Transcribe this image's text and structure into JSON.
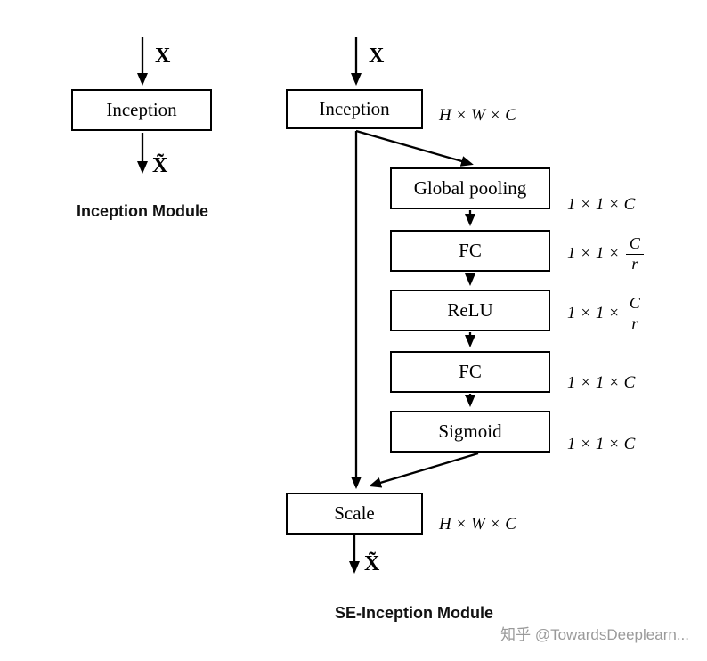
{
  "left": {
    "input_label": "X",
    "box_label": "Inception",
    "output_label": "X̃",
    "caption": "Inception Module"
  },
  "right": {
    "input_label": "X",
    "inception_label": "Inception",
    "inception_dim": "H × W × C",
    "gp_label": "Global pooling",
    "gp_dim": "1 × 1 × C",
    "fc1_label": "FC",
    "fc1_dim_prefix": "1 × 1 ×",
    "fc1_dim_num": "C",
    "fc1_dim_den": "r",
    "relu_label": "ReLU",
    "relu_dim_prefix": "1 × 1 ×",
    "relu_dim_num": "C",
    "relu_dim_den": "r",
    "fc2_label": "FC",
    "fc2_dim": "1 × 1 × C",
    "sigmoid_label": "Sigmoid",
    "sigmoid_dim": "1 × 1 × C",
    "scale_label": "Scale",
    "scale_dim": "H × W × C",
    "output_label": "X̃",
    "caption": "SE-Inception Module"
  },
  "watermark": "知乎 @TowardsDeeplearn..."
}
